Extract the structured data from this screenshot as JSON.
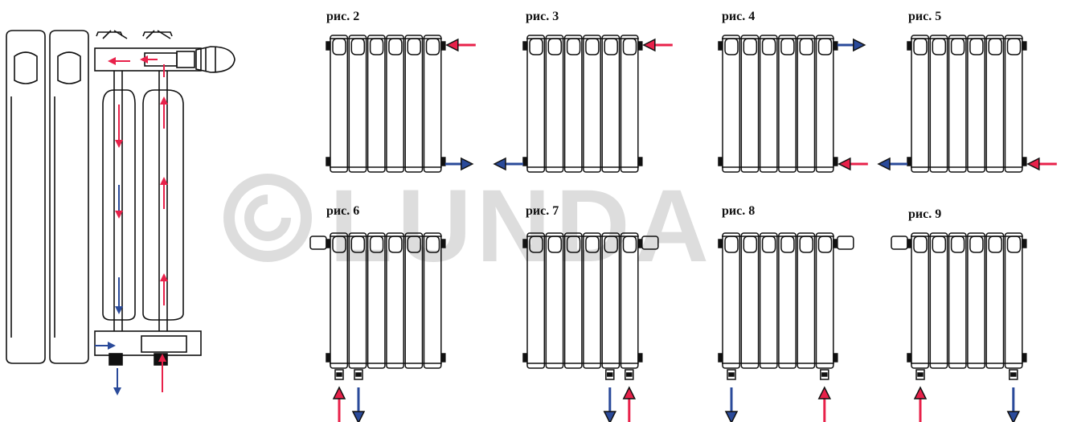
{
  "watermark": {
    "text": "LUNDA",
    "symbol": "©"
  },
  "colors": {
    "supply": "#e8214a",
    "return": "#2a4a9a",
    "outline": "#111111"
  },
  "figures": [
    {
      "id": "fig-2",
      "label": "рис. 2",
      "supply": "top-right-inlet",
      "return": "bottom-right-outlet",
      "sections": 6,
      "valve": "none"
    },
    {
      "id": "fig-3",
      "label": "рис. 3",
      "supply": "top-right-inlet",
      "return": "bottom-left-outlet",
      "sections": 6,
      "valve": "none"
    },
    {
      "id": "fig-4",
      "label": "рис. 4",
      "supply": "bottom-right-inlet",
      "return": "top-right-outlet",
      "sections": 6,
      "valve": "none"
    },
    {
      "id": "fig-5",
      "label": "рис. 5",
      "supply": "bottom-right-inlet",
      "return": "bottom-left-outlet",
      "sections": 6,
      "valve": "none"
    },
    {
      "id": "fig-6",
      "label": "рис. 6",
      "supply": "bottom-left-up",
      "return": "bottom-left-down",
      "sections": 6,
      "valve": "thermostatic-head-left"
    },
    {
      "id": "fig-7",
      "label": "рис. 7",
      "supply": "bottom-right-up",
      "return": "bottom-right-down",
      "sections": 6,
      "valve": "thermostatic-head-right"
    },
    {
      "id": "fig-8",
      "label": "рис. 8",
      "supply": "bottom-right-up",
      "return": "bottom-left-down",
      "sections": 6,
      "valve": "thermostatic-head-right"
    },
    {
      "id": "fig-9",
      "label": "рис. 9",
      "supply": "bottom-left-up",
      "return": "bottom-right-down",
      "sections": 6,
      "valve": "thermostatic-head-left"
    }
  ],
  "cutaway": {
    "id": "fig-1-cutaway",
    "flow": "top-valve-supply-through-bypass-bottom-outlet"
  }
}
